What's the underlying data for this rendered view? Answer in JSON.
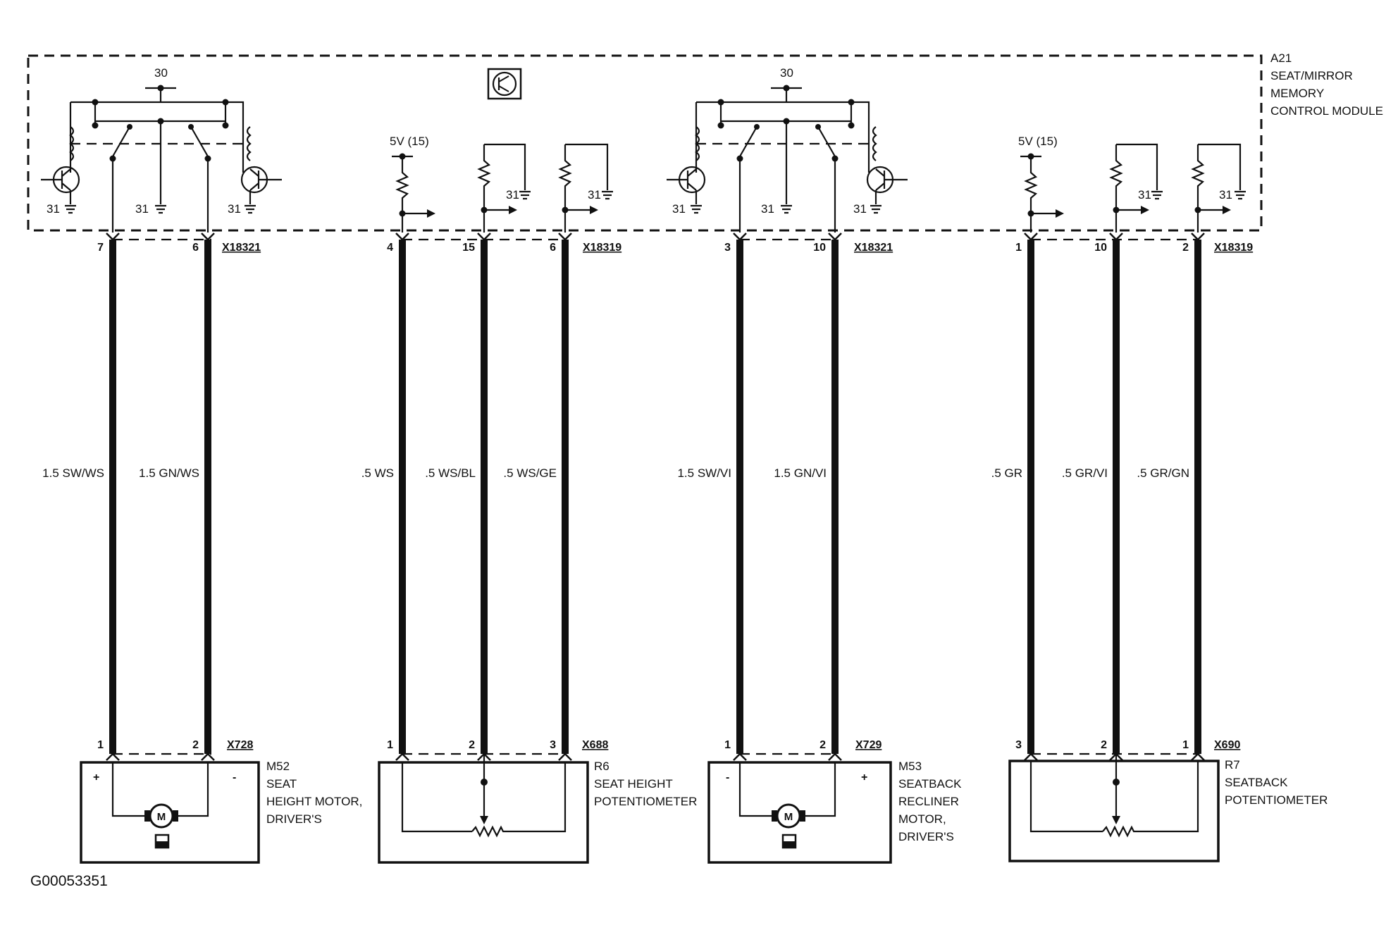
{
  "module": {
    "id": "A21",
    "lines": [
      "SEAT/MIRROR",
      "MEMORY",
      "CONTROL MODULE"
    ]
  },
  "terminals": {
    "battery": "30",
    "ground": "31",
    "supply": "5V (15)"
  },
  "connectors": {
    "module_a": "X18321",
    "module_b": "X18319",
    "seat_motor": "X728",
    "seat_pot": "X688",
    "recliner_motor": "X729",
    "recliner_pot": "X690"
  },
  "wires": [
    {
      "top_pin": "7",
      "color": "1.5 SW/WS",
      "bottom_pin": "1"
    },
    {
      "top_pin": "6",
      "color": "1.5 GN/WS",
      "bottom_pin": "2"
    },
    {
      "top_pin": "4",
      "color": ".5 WS",
      "bottom_pin": "1"
    },
    {
      "top_pin": "15",
      "color": ".5 WS/BL",
      "bottom_pin": "2"
    },
    {
      "top_pin": "6",
      "color": ".5 WS/GE",
      "bottom_pin": "3"
    },
    {
      "top_pin": "3",
      "color": "1.5 SW/VI",
      "bottom_pin": "1"
    },
    {
      "top_pin": "10",
      "color": "1.5 GN/VI",
      "bottom_pin": "2"
    },
    {
      "top_pin": "1",
      "color": ".5 GR",
      "bottom_pin": "3"
    },
    {
      "top_pin": "10",
      "color": ".5 GR/VI",
      "bottom_pin": "2"
    },
    {
      "top_pin": "2",
      "color": ".5 GR/GN",
      "bottom_pin": "1"
    }
  ],
  "components": {
    "m52": {
      "id": "M52",
      "lines": [
        "SEAT",
        "HEIGHT MOTOR,",
        "DRIVER'S"
      ]
    },
    "r6": {
      "id": "R6",
      "lines": [
        "SEAT HEIGHT",
        "POTENTIOMETER"
      ]
    },
    "m53": {
      "id": "M53",
      "lines": [
        "SEATBACK",
        "RECLINER",
        "MOTOR,",
        "DRIVER'S"
      ]
    },
    "r7": {
      "id": "R7",
      "lines": [
        "SEATBACK",
        "POTENTIOMETER"
      ]
    }
  },
  "polarity": {
    "plus": "+",
    "minus": "-"
  },
  "motor_symbol": "M",
  "figure_id": "G00053351"
}
